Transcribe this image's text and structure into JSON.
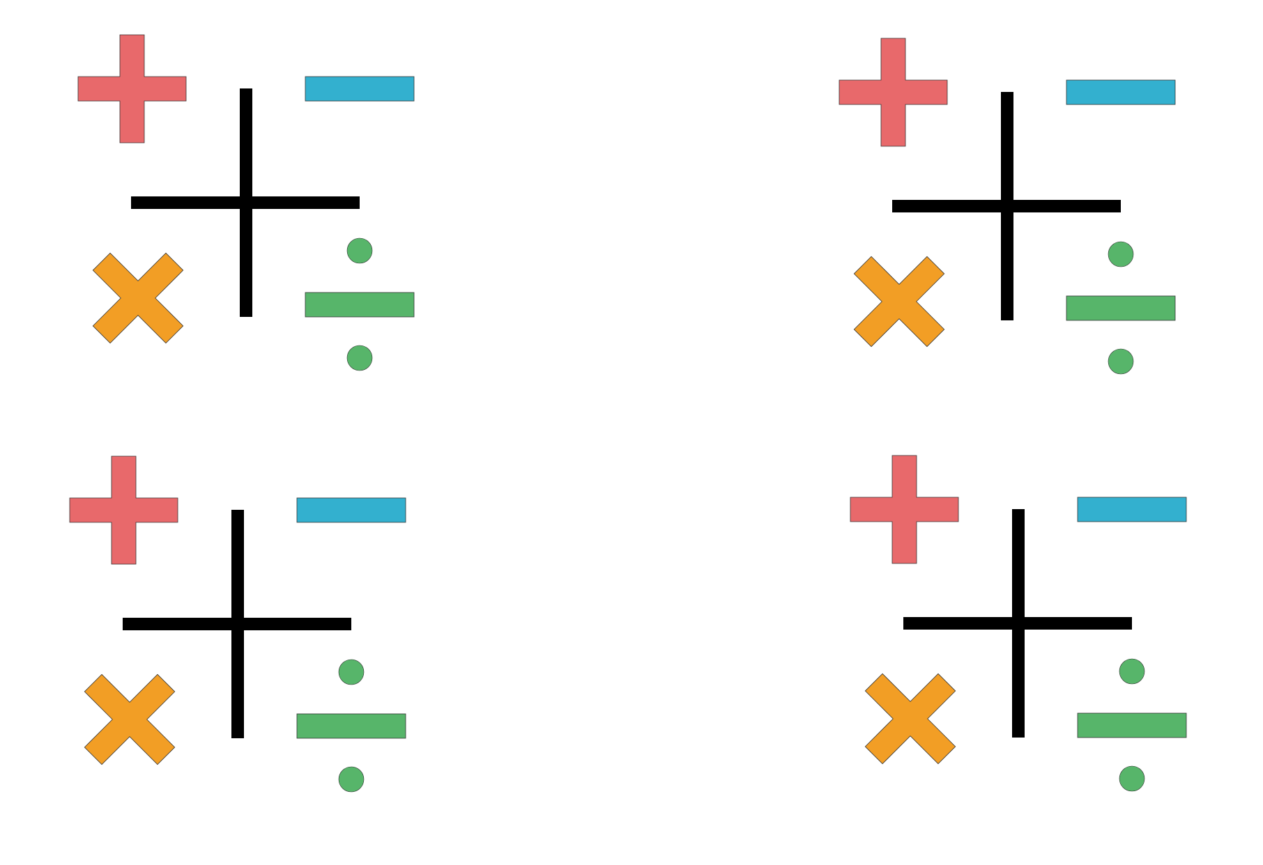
{
  "page": {
    "background": "#ffffff"
  },
  "colors": {
    "plus": "#e8696b",
    "minus": "#33b0cf",
    "times": "#f29e25",
    "divide": "#57b56a",
    "cross_lines": "#000000",
    "outline": "#333333"
  },
  "panels": [
    {
      "name": "math-operators-card-top-left",
      "icons": [
        "plus-icon",
        "minus-icon",
        "times-icon",
        "divide-icon",
        "crosshair-lines"
      ]
    },
    {
      "name": "math-operators-card-top-right",
      "icons": [
        "plus-icon",
        "minus-icon",
        "times-icon",
        "divide-icon",
        "crosshair-lines"
      ]
    },
    {
      "name": "math-operators-card-bottom-left",
      "icons": [
        "plus-icon",
        "minus-icon",
        "times-icon",
        "divide-icon",
        "crosshair-lines"
      ]
    },
    {
      "name": "math-operators-card-bottom-right",
      "icons": [
        "plus-icon",
        "minus-icon",
        "times-icon",
        "divide-icon",
        "crosshair-lines"
      ]
    }
  ]
}
